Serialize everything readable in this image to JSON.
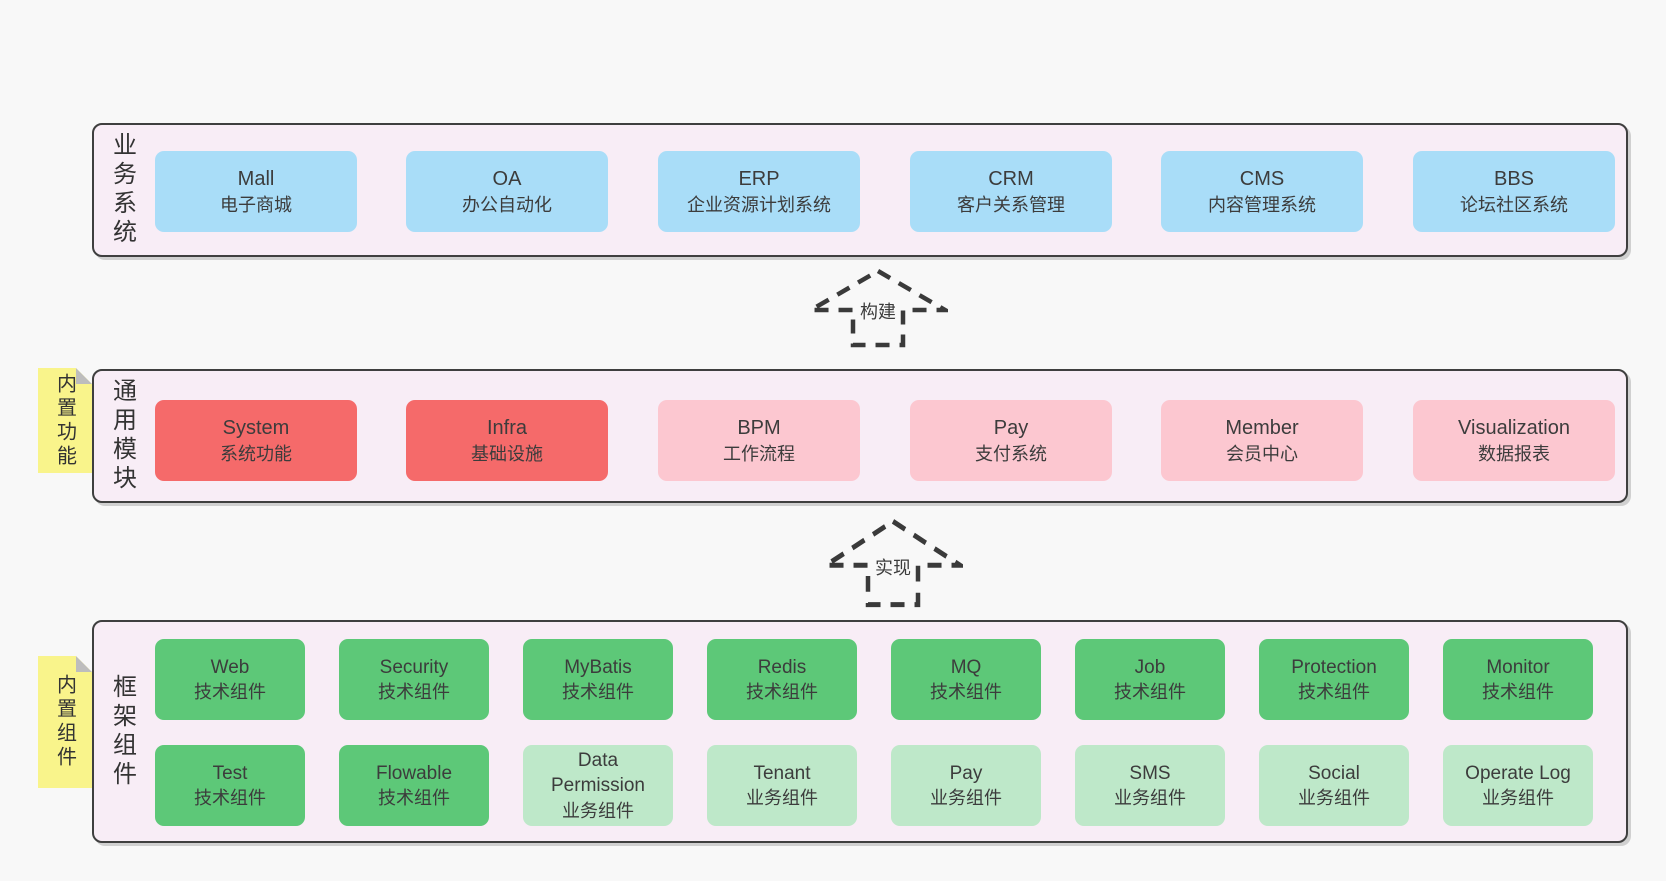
{
  "colors": {
    "page_bg": "#f8f8f8",
    "band_bg": "#f8edf6",
    "band_border": "#3f3f3f",
    "blue": "#a9ddf8",
    "red": "#f56a6a",
    "pink": "#fcc7d0",
    "green_dark": "#5dc878",
    "green_light": "#bee8c9",
    "note_yellow": "#f9f48b",
    "note_fold_gray": "#bdbdbd"
  },
  "bands": [
    {
      "label": "业务系统",
      "boxes": [
        {
          "title": "Mall",
          "subtitle": "电子商城",
          "variant": "blue"
        },
        {
          "title": "OA",
          "subtitle": "办公自动化",
          "variant": "blue"
        },
        {
          "title": "ERP",
          "subtitle": "企业资源计划系统",
          "variant": "blue"
        },
        {
          "title": "CRM",
          "subtitle": "客户关系管理",
          "variant": "blue"
        },
        {
          "title": "CMS",
          "subtitle": "内容管理系统",
          "variant": "blue"
        },
        {
          "title": "BBS",
          "subtitle": "论坛社区系统",
          "variant": "blue"
        }
      ]
    },
    {
      "label": "通用模块",
      "note": "内置功能",
      "boxes": [
        {
          "title": "System",
          "subtitle": "系统功能",
          "variant": "red"
        },
        {
          "title": "Infra",
          "subtitle": "基础设施",
          "variant": "red"
        },
        {
          "title": "BPM",
          "subtitle": "工作流程",
          "variant": "pink"
        },
        {
          "title": "Pay",
          "subtitle": "支付系统",
          "variant": "pink"
        },
        {
          "title": "Member",
          "subtitle": "会员中心",
          "variant": "pink"
        },
        {
          "title": "Visualization",
          "subtitle": "数据报表",
          "variant": "pink"
        }
      ]
    },
    {
      "label": "框架组件",
      "note": "内置组件",
      "rows": [
        [
          {
            "title": "Web",
            "subtitle": "技术组件",
            "variant": "green"
          },
          {
            "title": "Security",
            "subtitle": "技术组件",
            "variant": "green"
          },
          {
            "title": "MyBatis",
            "subtitle": "技术组件",
            "variant": "green"
          },
          {
            "title": "Redis",
            "subtitle": "技术组件",
            "variant": "green"
          },
          {
            "title": "MQ",
            "subtitle": "技术组件",
            "variant": "green"
          },
          {
            "title": "Job",
            "subtitle": "技术组件",
            "variant": "green"
          },
          {
            "title": "Protection",
            "subtitle": "技术组件",
            "variant": "green"
          },
          {
            "title": "Monitor",
            "subtitle": "技术组件",
            "variant": "green"
          }
        ],
        [
          {
            "title": "Test",
            "subtitle": "技术组件",
            "variant": "green"
          },
          {
            "title": "Flowable",
            "subtitle": "技术组件",
            "variant": "green"
          },
          {
            "title": "Data Permission",
            "subtitle": "业务组件",
            "variant": "green-light"
          },
          {
            "title": "Tenant",
            "subtitle": "业务组件",
            "variant": "green-light"
          },
          {
            "title": "Pay",
            "subtitle": "业务组件",
            "variant": "green-light"
          },
          {
            "title": "SMS",
            "subtitle": "业务组件",
            "variant": "green-light"
          },
          {
            "title": "Social",
            "subtitle": "业务组件",
            "variant": "green-light"
          },
          {
            "title": "Operate Log",
            "subtitle": "业务组件",
            "variant": "green-light"
          }
        ]
      ]
    }
  ],
  "arrows": [
    {
      "label": "构建"
    },
    {
      "label": "实现"
    }
  ]
}
